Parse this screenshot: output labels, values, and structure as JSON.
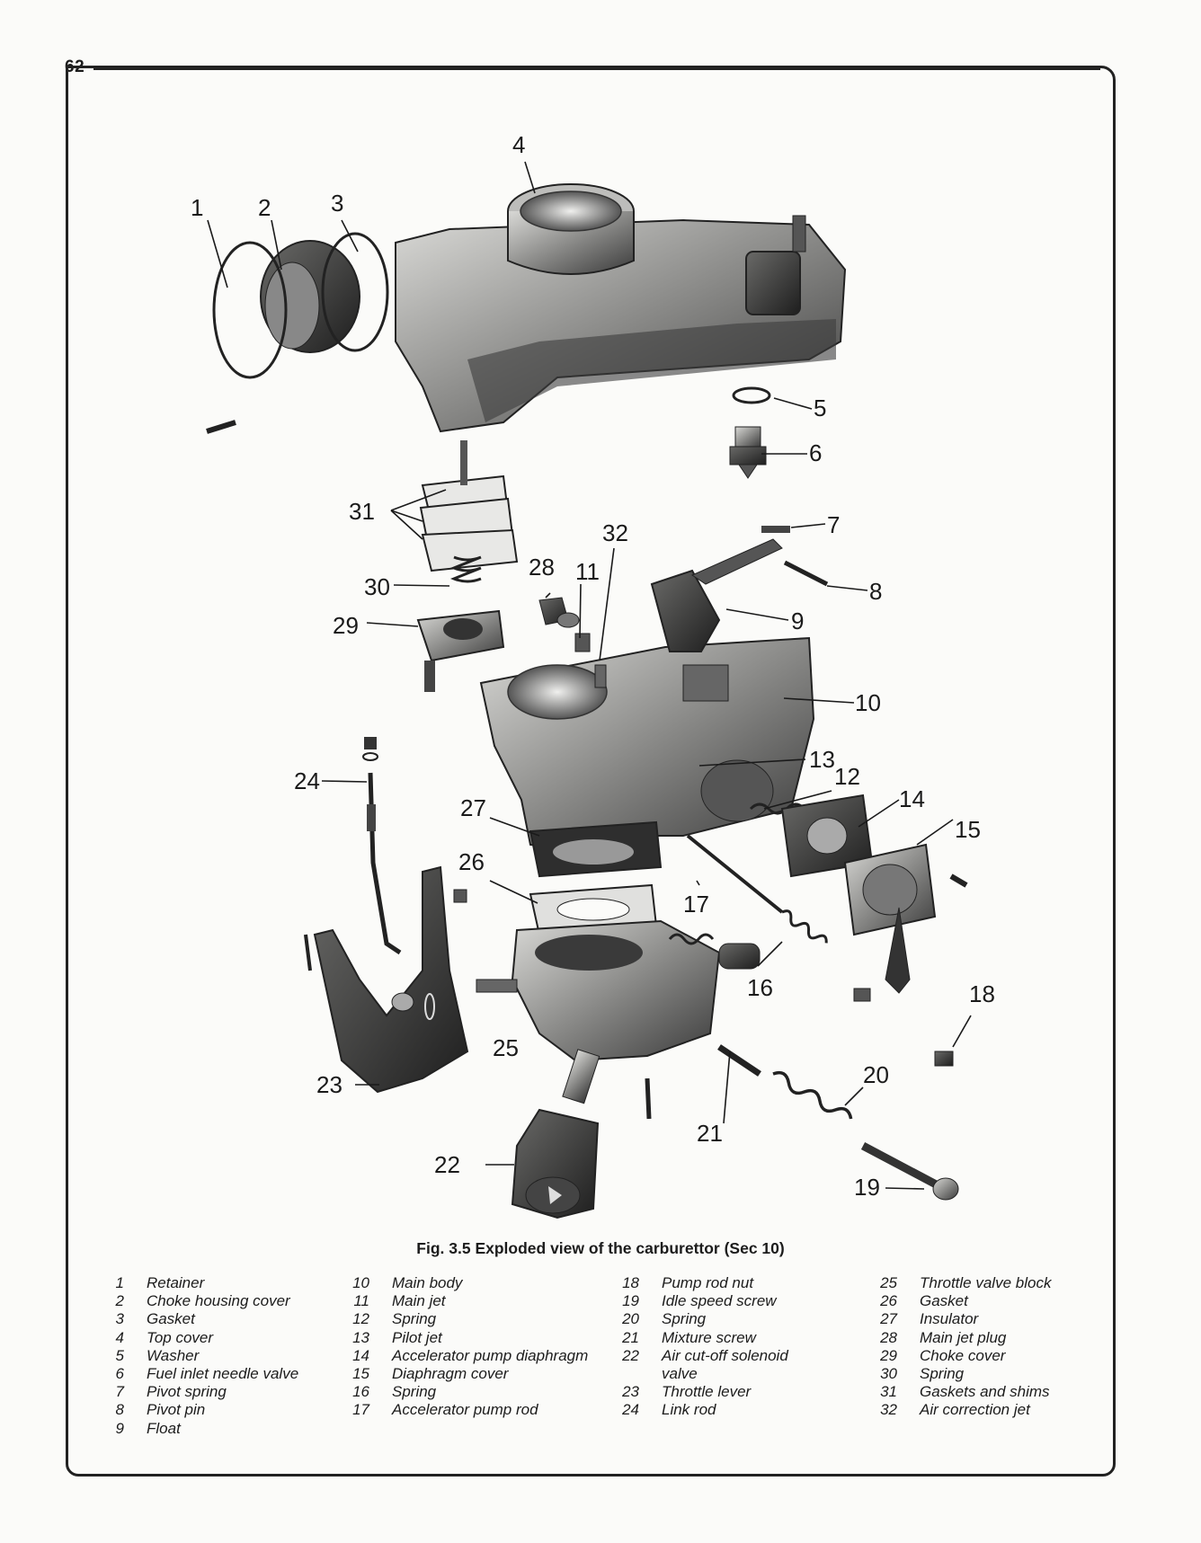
{
  "page_number": "62",
  "figure": {
    "caption": "Fig. 3.5 Exploded view of the carburettor (Sec 10)",
    "callouts": [
      "1",
      "2",
      "3",
      "4",
      "5",
      "6",
      "7",
      "8",
      "9",
      "10",
      "11",
      "12",
      "13",
      "14",
      "15",
      "16",
      "17",
      "18",
      "19",
      "20",
      "21",
      "22",
      "23",
      "24",
      "25",
      "26",
      "27",
      "28",
      "29",
      "30",
      "31",
      "32"
    ]
  },
  "legend": {
    "col1": [
      {
        "n": "1",
        "t": "Retainer"
      },
      {
        "n": "2",
        "t": "Choke housing cover"
      },
      {
        "n": "3",
        "t": "Gasket"
      },
      {
        "n": "4",
        "t": "Top cover"
      },
      {
        "n": "5",
        "t": "Washer"
      },
      {
        "n": "6",
        "t": "Fuel inlet needle valve"
      },
      {
        "n": "7",
        "t": "Pivot spring"
      },
      {
        "n": "8",
        "t": "Pivot pin"
      },
      {
        "n": "9",
        "t": "Float"
      }
    ],
    "col2": [
      {
        "n": "10",
        "t": "Main body"
      },
      {
        "n": "11",
        "t": "Main jet"
      },
      {
        "n": "12",
        "t": "Spring"
      },
      {
        "n": "13",
        "t": "Pilot jet"
      },
      {
        "n": "14",
        "t": "Accelerator pump diaphragm"
      },
      {
        "n": "15",
        "t": "Diaphragm cover"
      },
      {
        "n": "16",
        "t": "Spring"
      },
      {
        "n": "17",
        "t": "Accelerator pump rod"
      }
    ],
    "col3": [
      {
        "n": "18",
        "t": "Pump rod nut"
      },
      {
        "n": "19",
        "t": "Idle speed screw"
      },
      {
        "n": "20",
        "t": "Spring"
      },
      {
        "n": "21",
        "t": "Mixture screw"
      },
      {
        "n": "22",
        "t": "Air cut-off solenoid"
      },
      {
        "n": "",
        "t": "valve"
      },
      {
        "n": "23",
        "t": "Throttle lever"
      },
      {
        "n": "24",
        "t": "Link rod"
      }
    ],
    "col4": [
      {
        "n": "25",
        "t": "Throttle valve block"
      },
      {
        "n": "26",
        "t": "Gasket"
      },
      {
        "n": "27",
        "t": "Insulator"
      },
      {
        "n": "28",
        "t": "Main jet plug"
      },
      {
        "n": "29",
        "t": "Choke cover"
      },
      {
        "n": "30",
        "t": "Spring"
      },
      {
        "n": "31",
        "t": "Gaskets and shims"
      },
      {
        "n": "32",
        "t": "Air correction jet"
      }
    ]
  }
}
